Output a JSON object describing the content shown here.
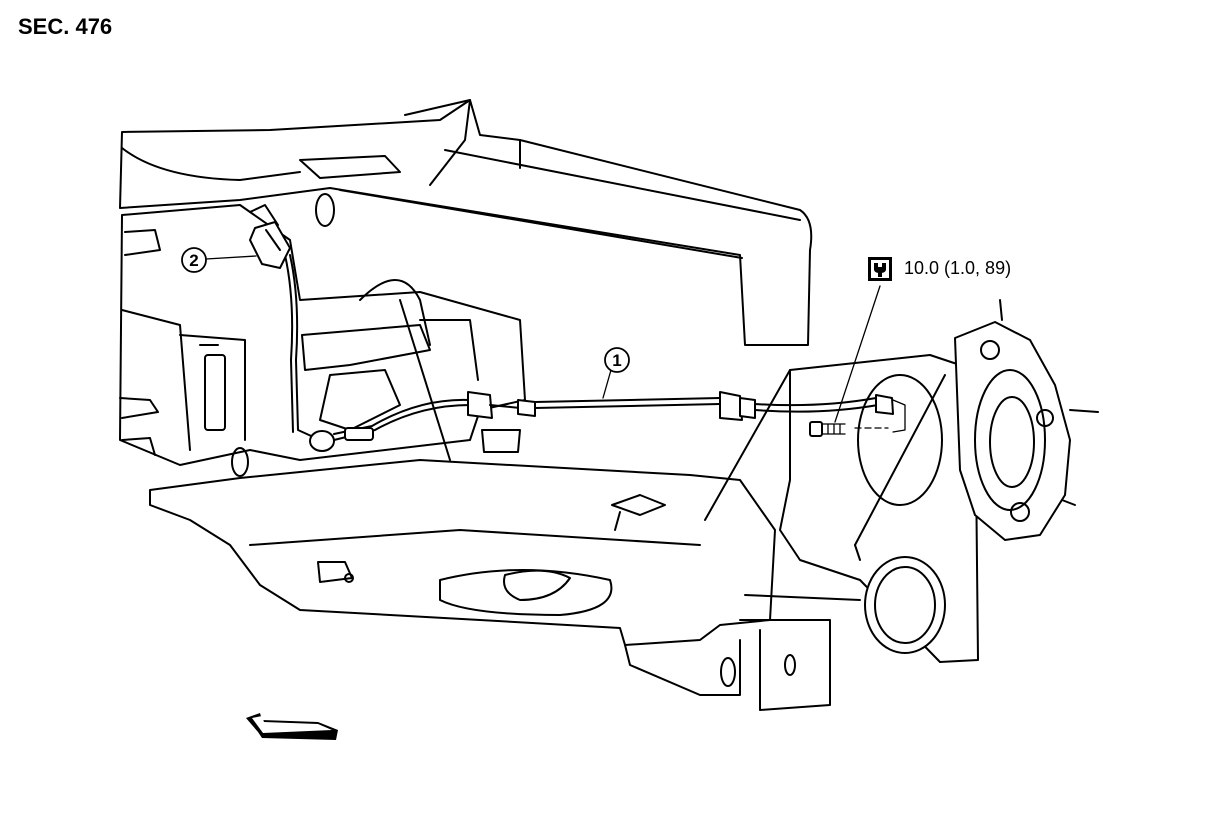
{
  "header": {
    "section_code": "SEC. 476"
  },
  "callouts": [
    {
      "number": "1"
    },
    {
      "number": "2"
    }
  ],
  "torque": {
    "spec": "10.0 (1.0, 89)",
    "icon": "torque-wrench-icon"
  },
  "arrow": {
    "icon": "front-direction-arrow-icon"
  }
}
